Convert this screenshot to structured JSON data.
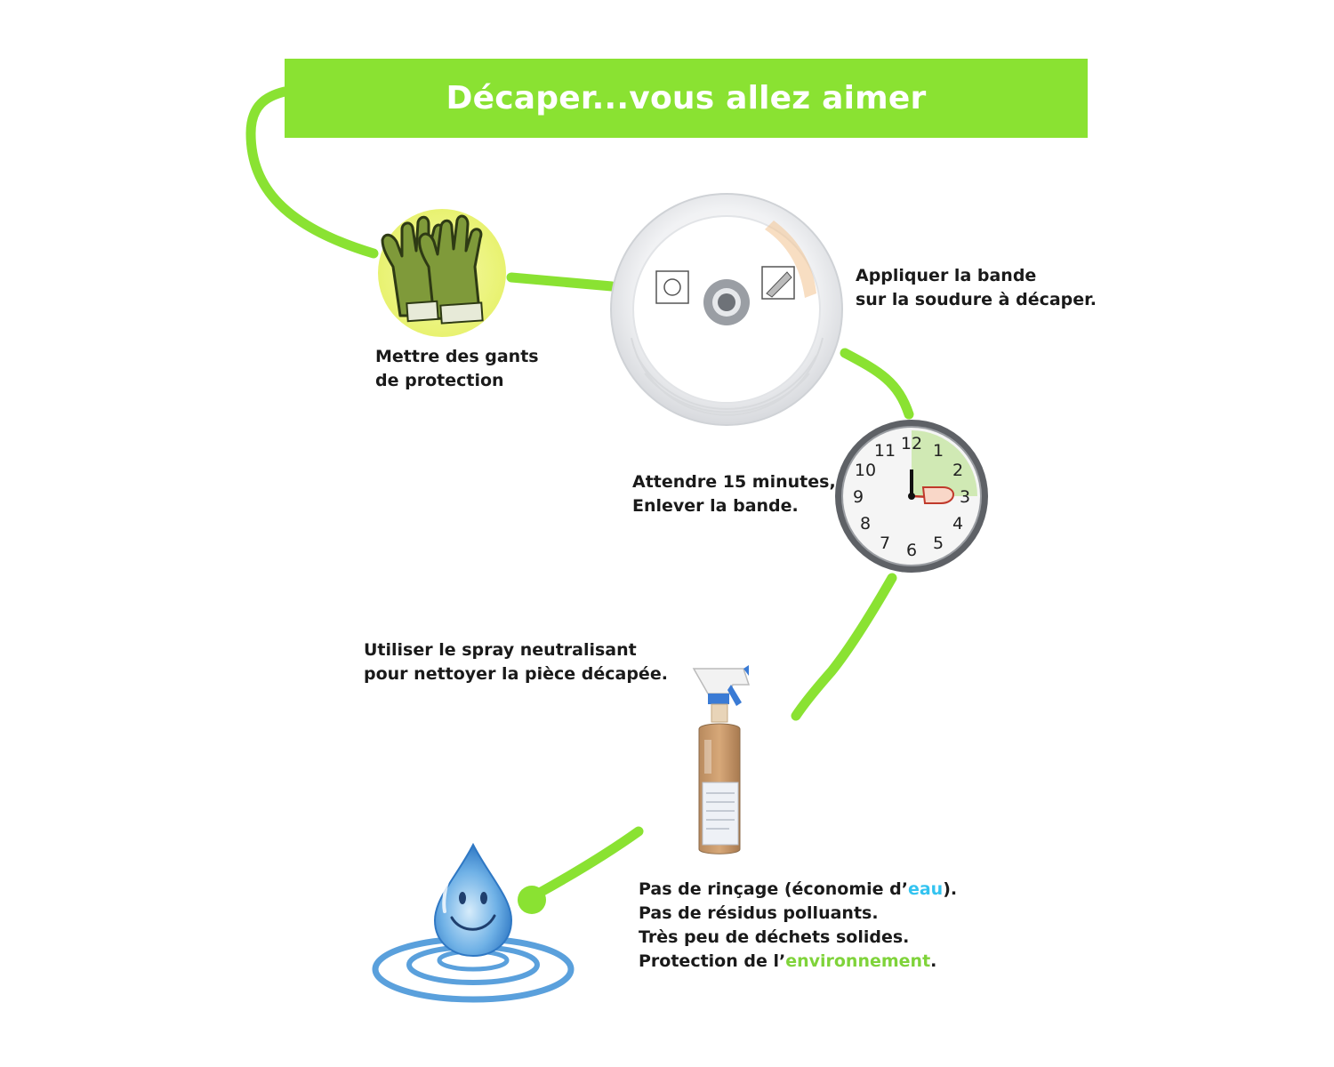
{
  "title": "Décaper...vous allez aimer",
  "colors": {
    "accent_green": "#8ae232",
    "water_blue": "#33c3f0",
    "env_green": "#7fd33a",
    "text": "#1a1a1a"
  },
  "icons": {
    "step1": "gloves-icon",
    "step2": "tape-roll-icon",
    "step3": "clock-icon",
    "step4": "spray-bottle-icon",
    "step5": "water-drop-icon"
  },
  "clock_numbers": [
    "12",
    "1",
    "2",
    "3",
    "4",
    "5",
    "6",
    "7",
    "8",
    "9",
    "10",
    "11"
  ],
  "steps": {
    "gloves": {
      "line1": "Mettre des gants",
      "line2": "de protection"
    },
    "tape": {
      "line1": "Appliquer la bande",
      "line2": "sur la soudure à décaper."
    },
    "wait": {
      "line1": "Attendre 15 minutes,",
      "line2": "Enlever la bande."
    },
    "spray": {
      "line1": "Utiliser le spray neutralisant",
      "line2": "pour nettoyer la pièce décapée."
    }
  },
  "benefits": {
    "line1_pre": "Pas de rinçage (économie d’",
    "line1_hl": "eau",
    "line1_post": ").",
    "line2": "Pas de résidus polluants.",
    "line3": "Très peu de déchets solides.",
    "line4_pre": "Protection de l’",
    "line4_hl": "environnement",
    "line4_post": "."
  }
}
